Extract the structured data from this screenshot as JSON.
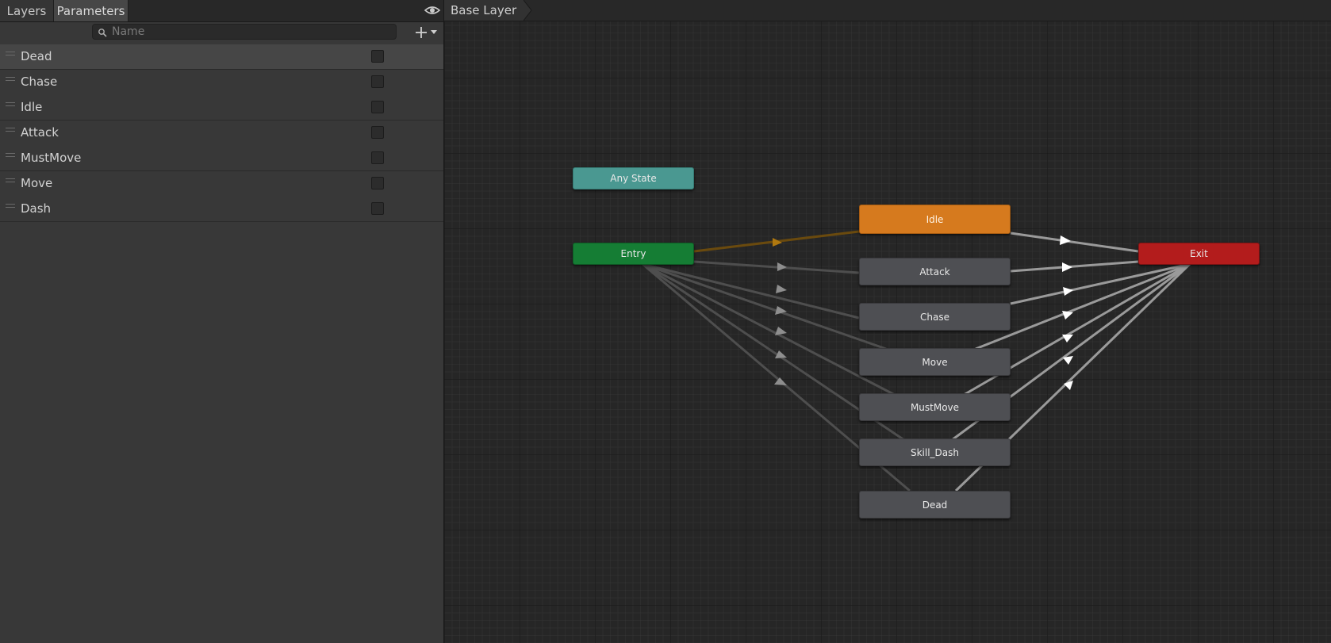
{
  "left_panel": {
    "tabs": [
      {
        "label": "Layers",
        "active": false
      },
      {
        "label": "Parameters",
        "active": true
      }
    ],
    "search": {
      "placeholder": "Name",
      "value": ""
    },
    "parameters": [
      {
        "name": "Dead",
        "type": "bool",
        "checked": false
      },
      {
        "name": "Chase",
        "type": "bool",
        "checked": false
      },
      {
        "name": "Idle",
        "type": "bool",
        "checked": false
      },
      {
        "name": "Attack",
        "type": "bool",
        "checked": false
      },
      {
        "name": "MustMove",
        "type": "bool",
        "checked": false
      },
      {
        "name": "Move",
        "type": "bool",
        "checked": false
      },
      {
        "name": "Dash",
        "type": "bool",
        "checked": false
      }
    ]
  },
  "graph": {
    "breadcrumb": "Base Layer",
    "nodes": {
      "any_state": "Any State",
      "entry": "Entry",
      "exit": "Exit",
      "idle": "Idle",
      "attack": "Attack",
      "chase": "Chase",
      "move": "Move",
      "mustmove": "MustMove",
      "skill_dash": "Skill_Dash",
      "dead": "Dead"
    },
    "default_state": "Idle"
  },
  "colors": {
    "default_state": "#d67a1e",
    "any_state": "#4a9891",
    "entry": "#157d34",
    "exit": "#b31c1c",
    "state": "#4e4f53",
    "default_transition": "#7a5410",
    "transition": "#6e6e6e",
    "exit_transition": "#b4b4b4"
  }
}
